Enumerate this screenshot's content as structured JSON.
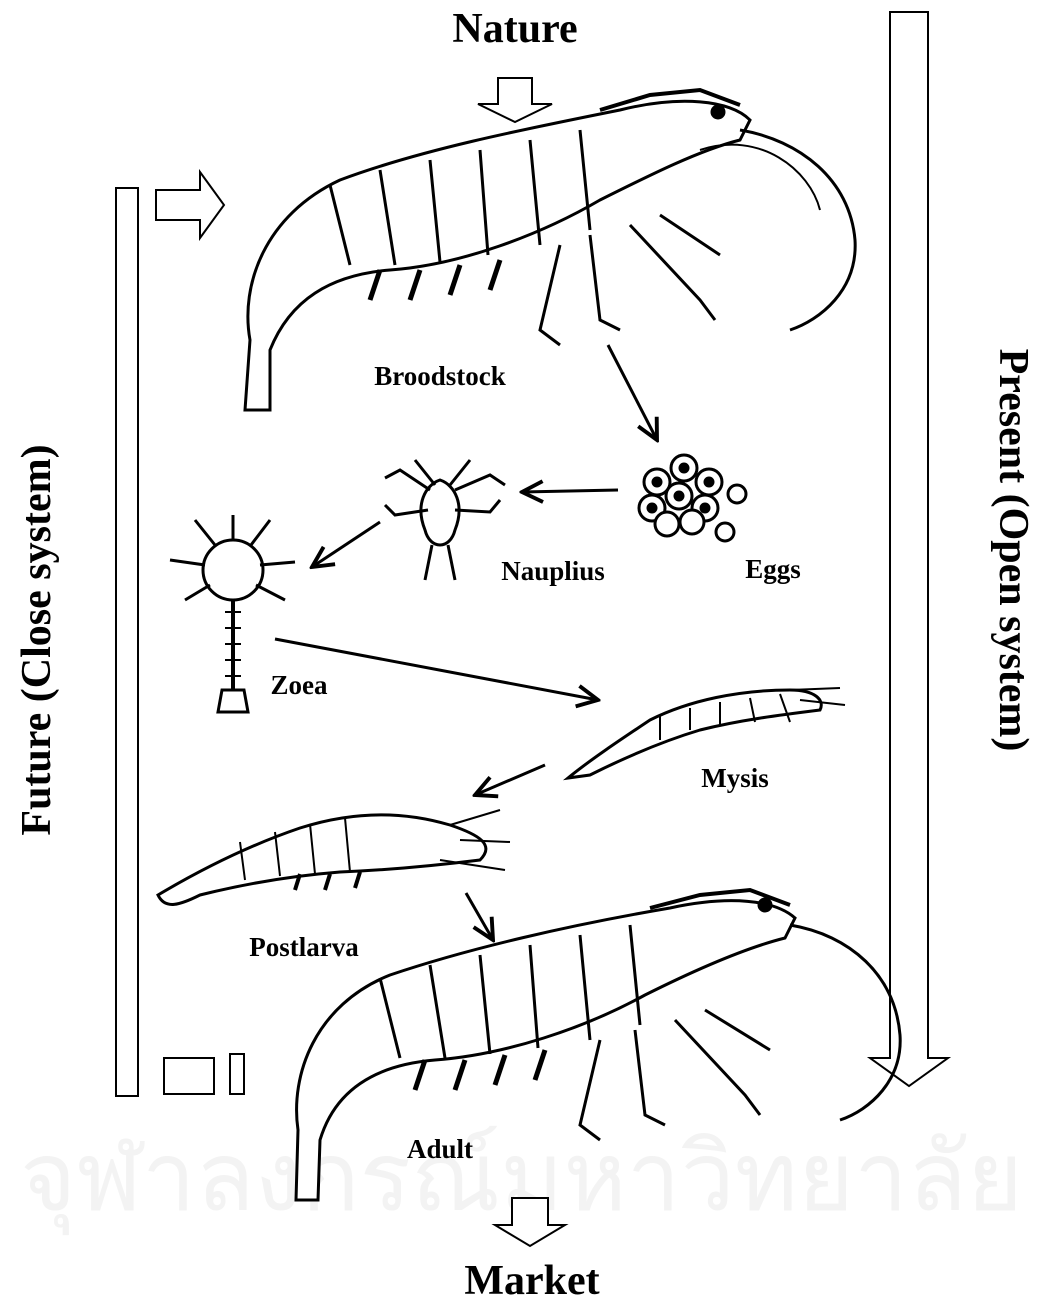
{
  "title_top": "Nature",
  "title_bottom": "Market",
  "left_label": "Future (Close system)",
  "right_label": "Present (Open system)",
  "stages": {
    "broodstock": "Broodstock",
    "eggs": "Eggs",
    "nauplius": "Nauplius",
    "zoea": "Zoea",
    "mysis": "Mysis",
    "postlarva": "Postlarva",
    "adult": "Adult"
  },
  "watermark": "จุฬาลงกรณ์มหาวิทยาลัย"
}
